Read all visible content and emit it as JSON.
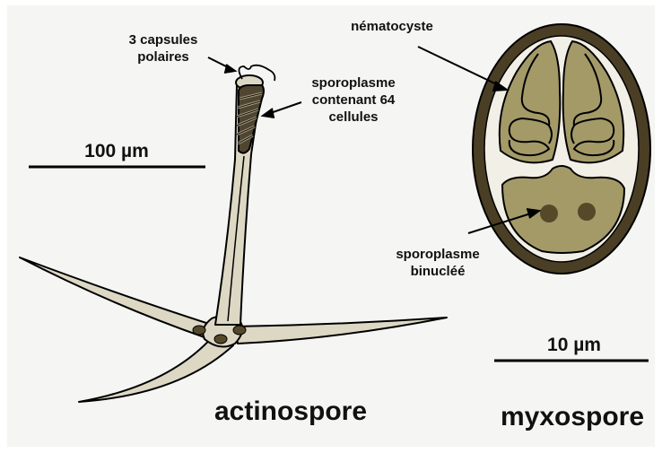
{
  "labels": {
    "capsules_line1": "3 capsules",
    "capsules_line2": "polaires",
    "sporoplasme_line1": "sporoplasme",
    "sporoplasme_line2": "contenant 64",
    "sporoplasme_line3": "cellules",
    "nematocyste": "nématocyste",
    "binuclee_line1": "sporoplasme",
    "binuclee_line2": "binucléé"
  },
  "scale_bars": {
    "actinospore": "100 µm",
    "myxospore": "10 µm"
  },
  "titles": {
    "actinospore": "actinospore",
    "myxospore": "myxospore"
  },
  "colors": {
    "background": "#ffffff",
    "panel": "#f5f5f3",
    "spore_body": "#ddd8c4",
    "shell": "#4a3e25",
    "capsule_fill": "#a39a68",
    "nucleus": "#56492a",
    "outline": "#000000"
  }
}
